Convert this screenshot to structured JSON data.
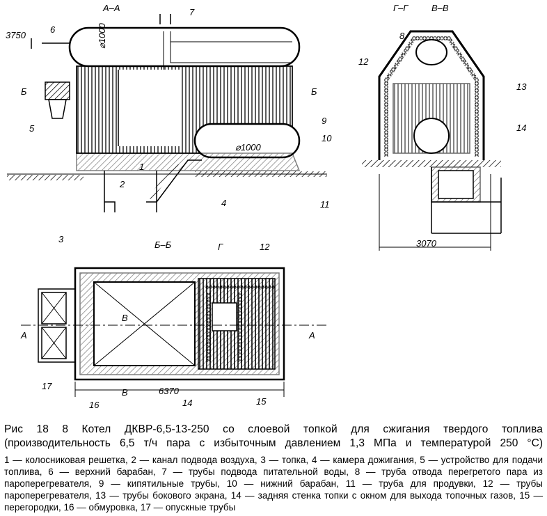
{
  "figure": {
    "sections": {
      "aa": "А–А",
      "gg": "Г–Г",
      "vv": "В–В",
      "bb": "Б–Б"
    },
    "markers": {
      "b_left": "Б",
      "b_right": "Б",
      "a_left": "А",
      "a_right": "А",
      "g": "Г",
      "v_top": "В",
      "v_bottom": "В"
    },
    "dimensions": {
      "height_mark": "3750",
      "upper_drum_dia": "⌀1000",
      "lower_drum_dia": "⌀1000",
      "width": "3070",
      "length": "6370"
    },
    "callouts": [
      "1",
      "2",
      "3",
      "4",
      "5",
      "6",
      "7",
      "8",
      "9",
      "10",
      "11",
      "12",
      "12",
      "13",
      "14",
      "14",
      "15",
      "16",
      "17"
    ]
  },
  "caption": {
    "title_line1": "Рис 18 8 Котел ДКВР-6,5-13-250 со слоевой топкой для сжигания твердого топлива",
    "title_line2": "(производительность 6,5 т/ч пара с избыточным давлением 1,3 МПа и температурой 250 °С)",
    "legend": "1 — колосниковая решетка, 2 — канал подвода воздуха, 3 — топка, 4 — камера дожигания, 5 — устройство для подачи топлива, 6 — верхний барабан, 7 — трубы подвода питательной воды, 8 — труба отвода перегретого пара из пароперегревателя, 9 — кипятильные трубы, 10 — нижний барабан, 11 — труба для продувки, 12 — трубы пароперегревателя, 13 — трубы бокового экрана, 14 — задняя стенка топки с окном для выхода топочных газов, 15 — перегородки, 16 — обмуровка, 17 — опускные трубы"
  }
}
